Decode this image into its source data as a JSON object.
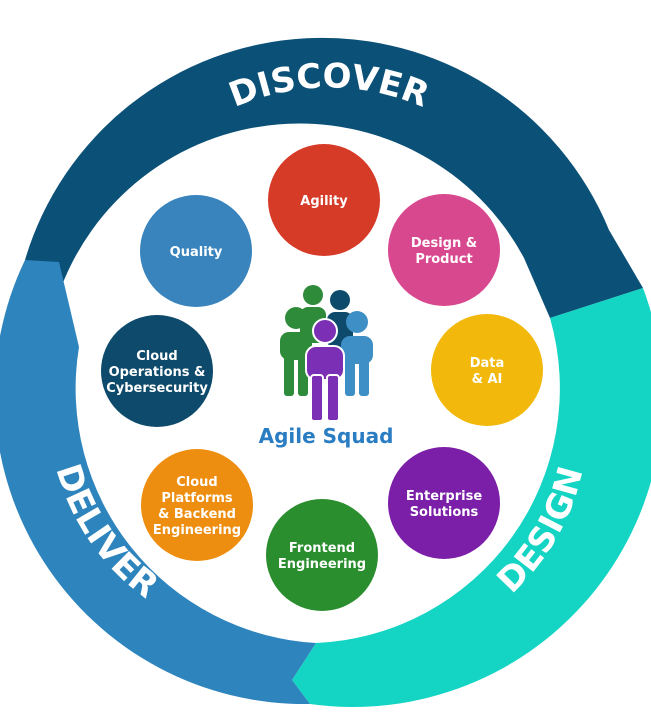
{
  "center": {
    "label": "Agile Squad",
    "icon": "team-people-icon",
    "colors": [
      "#2e8b3a",
      "#3d8fc6",
      "#7a2fb4"
    ]
  },
  "phases": [
    {
      "id": "discover",
      "label": "DISCOVER",
      "color": "#0b5077"
    },
    {
      "id": "design",
      "label": "DESIGN",
      "color": "#14d4c4"
    },
    {
      "id": "deliver",
      "label": "DELIVER",
      "color": "#2e84bd"
    }
  ],
  "disciplines": [
    {
      "id": "agility",
      "lines": [
        "Agility"
      ],
      "color": "#d63b28"
    },
    {
      "id": "design-product",
      "lines": [
        "Design &",
        "Product"
      ],
      "color": "#d8488f"
    },
    {
      "id": "data-ai",
      "lines": [
        "Data",
        "& AI"
      ],
      "color": "#f2b90c"
    },
    {
      "id": "enterprise-solutions",
      "lines": [
        "Enterprise",
        "Solutions"
      ],
      "color": "#7b1fa8"
    },
    {
      "id": "frontend-engineering",
      "lines": [
        "Frontend",
        "Engineering"
      ],
      "color": "#2b8e2e"
    },
    {
      "id": "cloud-platforms",
      "lines": [
        "Cloud",
        "Platforms",
        "& Backend",
        "Engineering"
      ],
      "color": "#ee8e10"
    },
    {
      "id": "cloud-operations",
      "lines": [
        "Cloud",
        "Operations &",
        "Cybersecurity"
      ],
      "color": "#0e4a6b"
    },
    {
      "id": "quality",
      "lines": [
        "Quality"
      ],
      "color": "#3a84be"
    }
  ]
}
